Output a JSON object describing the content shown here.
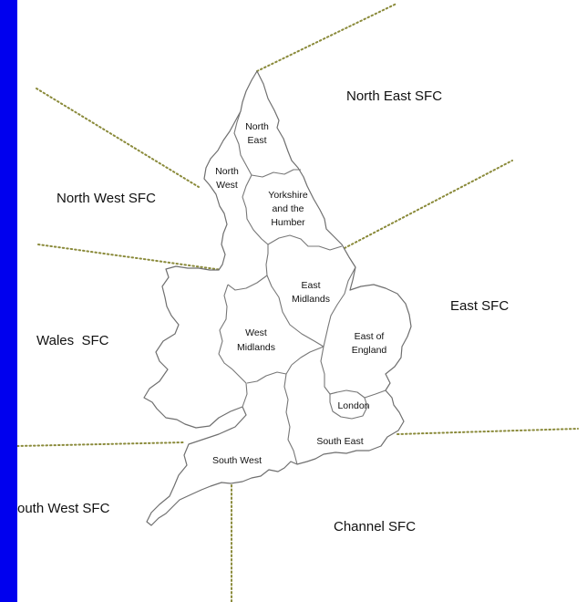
{
  "sfc_areas": {
    "north_east": "North East SFC",
    "north_west": "North West SFC",
    "east": "East SFC",
    "wales": "Wales  SFC",
    "south_west": "outh West SFC",
    "channel": "Channel SFC"
  },
  "regions": {
    "north_east": [
      "North",
      "East"
    ],
    "north_west": [
      "North",
      "West"
    ],
    "yorkshire": [
      "Yorkshire",
      "and the",
      "Humber"
    ],
    "east_midlands": [
      "East",
      "Midlands"
    ],
    "west_midlands": [
      "West",
      "Midlands"
    ],
    "east_of_england": [
      "East of",
      "England"
    ],
    "london": "London",
    "south_east": "South East",
    "south_west": "South West"
  },
  "colors": {
    "frame": "#0000EE",
    "map_background": "#FFFFFF",
    "region_border": "#777777",
    "sfc_boundary": "#8a8a3a"
  }
}
